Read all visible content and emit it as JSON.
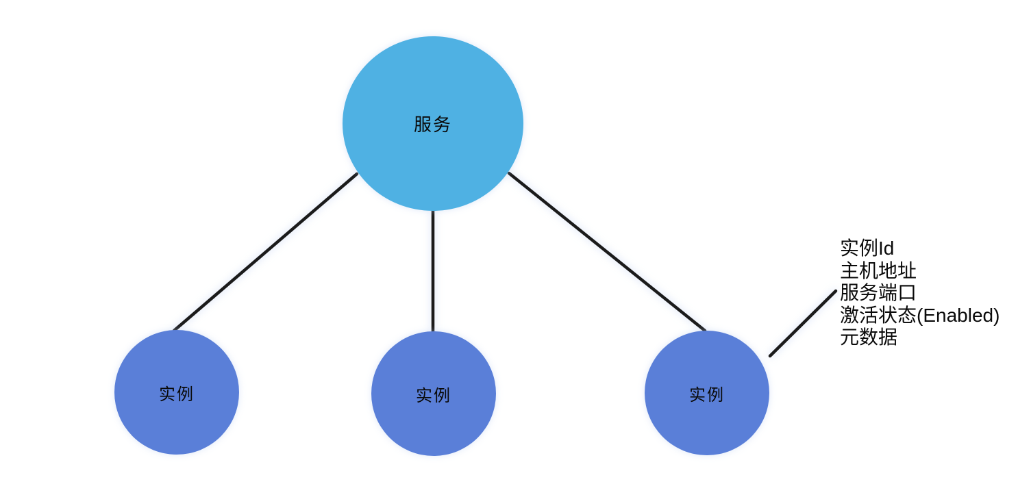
{
  "diagram": {
    "nodes": {
      "service": {
        "label": "服务"
      },
      "instance1": {
        "label": "实例"
      },
      "instance2": {
        "label": "实例"
      },
      "instance3": {
        "label": "实例"
      }
    },
    "annotation": {
      "lines": [
        "实例Id",
        "主机地址",
        "服务端口",
        "激活状态(Enabled)",
        "元数据"
      ]
    }
  },
  "colors": {
    "background": "#ffffff",
    "service-fill": "#4FB1E3",
    "instance-fill": "#5A7FD8",
    "edge-stroke": "#1b1b1b",
    "text-color": "#0a0a0a"
  }
}
